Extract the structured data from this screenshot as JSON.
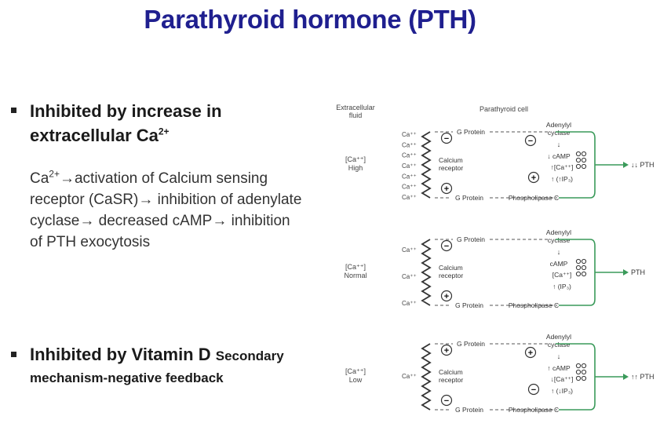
{
  "title": "Parathyroid hormone (PTH)",
  "bullet1": {
    "text": "Inhibited by increase in extracellular Ca",
    "sup": "2+"
  },
  "paragraph": {
    "ca": "Ca",
    "ca_sup": "2+",
    "text": "→activation of Calcium sensing receptor (CaSR)→ inhibition of adenylate cyclase→ decreased cAMP→ inhibition of PTH exocytosis"
  },
  "bullet2": {
    "main": "Inhibited by Vitamin D",
    "secondary": "Secondary",
    "line2": "mechanism-negative feedback"
  },
  "diagram": {
    "header_extracellular": [
      "Extracellular",
      "fluid"
    ],
    "header_cell": "Parathyroid cell",
    "panels": [
      {
        "state": [
          "[Ca⁺⁺]",
          "High"
        ],
        "ca_ions": [
          "Ca⁺⁺",
          "Ca⁺⁺",
          "Ca⁺⁺",
          "Ca⁺⁺",
          "Ca⁺⁺",
          "Ca⁺⁺",
          "Ca⁺⁺"
        ],
        "g_top": "G Protein",
        "g_bottom": "G Protein",
        "receptor": [
          "Calcium",
          "receptor"
        ],
        "cyclase": [
          "Adenylyl",
          "cyclase"
        ],
        "camp": "↓ cAMP",
        "ca_int": "↑[Ca⁺⁺]",
        "ip3": "↑ (↑IP₃)",
        "plc": "Phospholipase C",
        "top_sign": "−",
        "bottom_sign": "+",
        "cyclase_sign": "−",
        "plc_sign": "+",
        "output": "↓↓ PTH"
      },
      {
        "state": [
          "[Ca⁺⁺]",
          "Normal"
        ],
        "ca_ions": [
          "Ca⁺⁺",
          "Ca⁺⁺",
          "Ca⁺⁺"
        ],
        "g_top": "G Protein",
        "g_bottom": "G Protein",
        "receptor": [
          "Calcium",
          "receptor"
        ],
        "cyclase": [
          "Adenylyl",
          "cyclase"
        ],
        "camp": "cAMP",
        "ca_int": "[Ca⁺⁺]",
        "ip3": "↑ (IP₃)",
        "plc": "Phospholipase C",
        "top_sign": "−",
        "bottom_sign": "+",
        "cyclase_sign": "",
        "plc_sign": "",
        "output": "PTH"
      },
      {
        "state": [
          "[Ca⁺⁺]",
          "Low"
        ],
        "ca_ions": [
          "Ca⁺⁺"
        ],
        "g_top": "G Protein",
        "g_bottom": "G Protein",
        "receptor": [
          "Calcium",
          "receptor"
        ],
        "cyclase": [
          "Adenylyl",
          "cyclase"
        ],
        "camp": "↑ cAMP",
        "ca_int": "↓[Ca⁺⁺]",
        "ip3": "↑ (↓IP₃)",
        "plc": "Phospholipase C",
        "top_sign": "+",
        "bottom_sign": "−",
        "cyclase_sign": "+",
        "plc_sign": "−",
        "output": "↑↑ PTH"
      }
    ]
  },
  "colors": {
    "title": "#1f1f8f",
    "diagram_line": "#555555",
    "pathway_green": "#3a9a5a"
  }
}
